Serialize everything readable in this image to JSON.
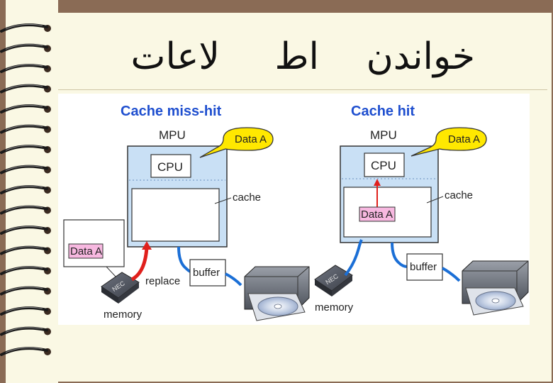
{
  "slide": {
    "title_words": [
      "خواندن",
      "اط",
      "لاعات"
    ]
  },
  "diagrams": [
    {
      "title": "Cache miss-hit",
      "mpu_label": "MPU",
      "cpu_label": "CPU",
      "cache_label": "cache",
      "bubble_label": "Data A",
      "memory_label": "memory",
      "buffer_label": "buffer",
      "replace_label": "replace",
      "memory_note": "Data A",
      "chip_logo": "NEC"
    },
    {
      "title": "Cache hit",
      "mpu_label": "MPU",
      "cpu_label": "CPU",
      "cache_label": "cache",
      "bubble_label": "Data A",
      "memory_label": "memory",
      "buffer_label": "buffer",
      "cache_data_label": "Data A",
      "chip_logo": "NEC"
    }
  ],
  "colors": {
    "mpu_fill": "#c9e0f5",
    "bubble_fill": "#ffe800",
    "arrow_red": "#e0201c",
    "wire_blue": "#1b6fd6",
    "data_pink": "#f7b8e0",
    "title_blue": "#1f4fcf"
  }
}
